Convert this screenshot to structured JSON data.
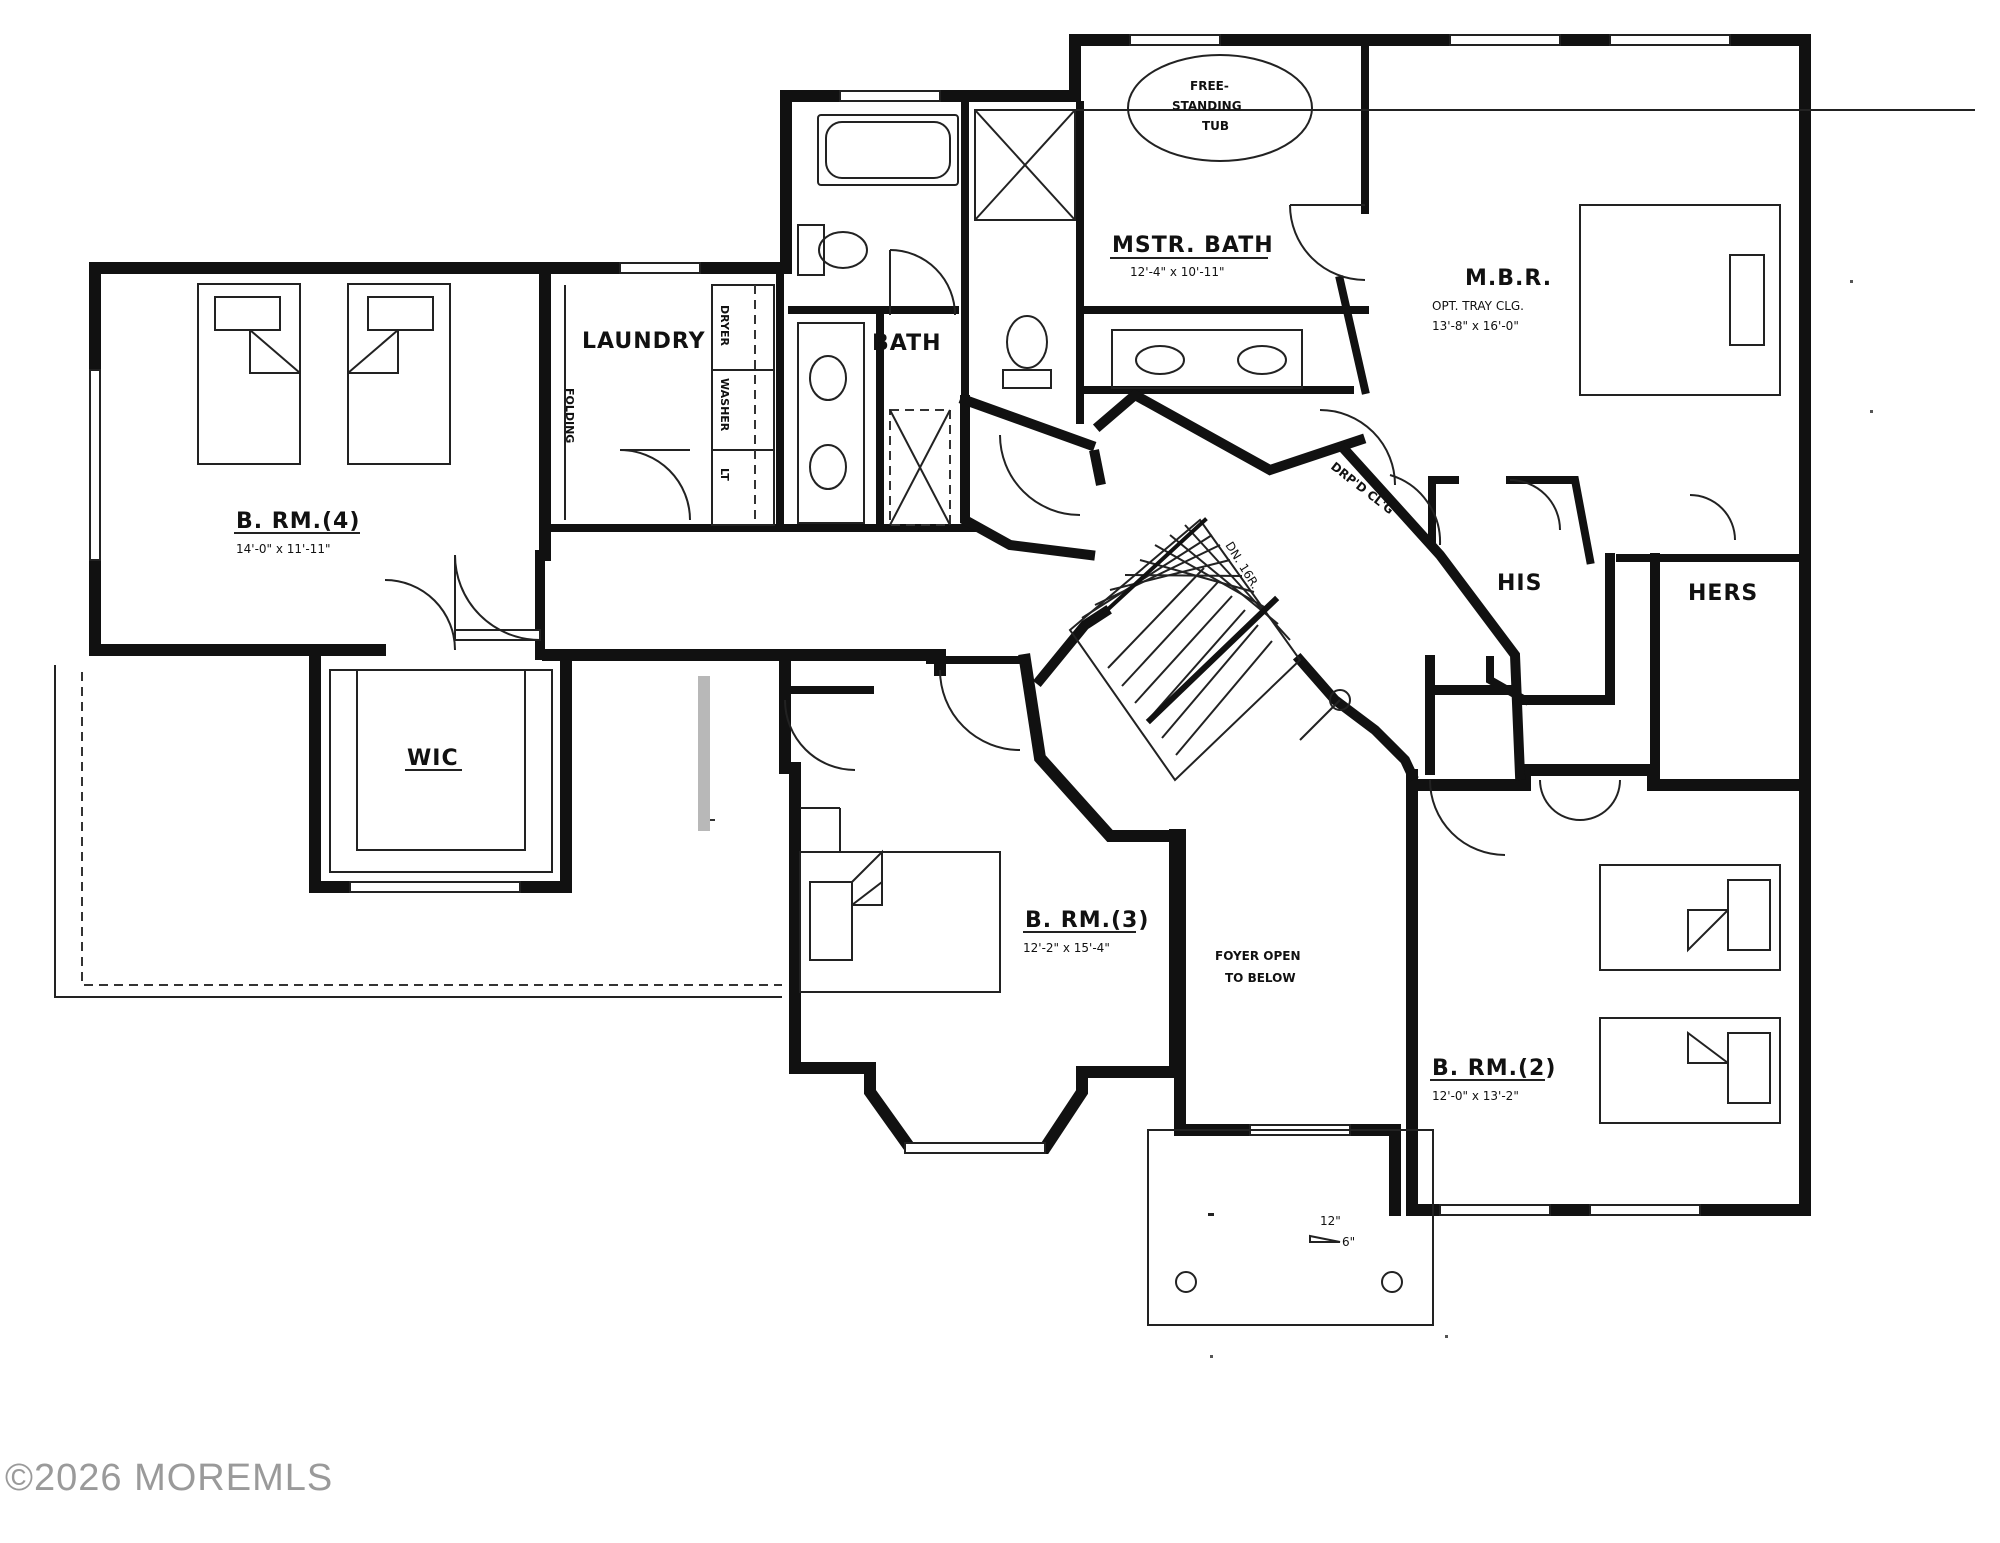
{
  "rooms": {
    "bedroom4": {
      "label": "B. RM.(4)",
      "dims": "14'-0\" x 11'-11\""
    },
    "laundry": {
      "label": "LAUNDRY",
      "folding": "FOLDING",
      "dryer": "DRYER",
      "washer": "WASHER",
      "lt": "LT"
    },
    "bath": {
      "label": "BATH"
    },
    "master_bath": {
      "label": "MSTR. BATH",
      "dims": "12'-4\" x 10'-11\""
    },
    "tub": {
      "line1": "FREE-",
      "line2": "STANDING",
      "line3": "TUB"
    },
    "master_bedroom": {
      "label": "M.B.R.",
      "note": "OPT. TRAY CLG.",
      "dims": "13'-8\" x 16'-0\""
    },
    "drop_ceiling": {
      "label": "DRP'D CL'G"
    },
    "stair": {
      "label": "DN. 16R."
    },
    "his": {
      "label": "HIS"
    },
    "hers": {
      "label": "HERS"
    },
    "wic": {
      "label": "WIC"
    },
    "bedroom3": {
      "label": "B. RM.(3)",
      "dims": "12'-2\" x 15'-4\""
    },
    "foyer": {
      "line1": "FOYER OPEN",
      "line2": "TO BELOW"
    },
    "bedroom2": {
      "label": "B. RM.(2)",
      "dims": "12'-0\" x 13'-2\""
    },
    "roof_pitch": {
      "rise": "12\"",
      "run": "6\""
    }
  },
  "watermark": "©2026 MOREMLS"
}
